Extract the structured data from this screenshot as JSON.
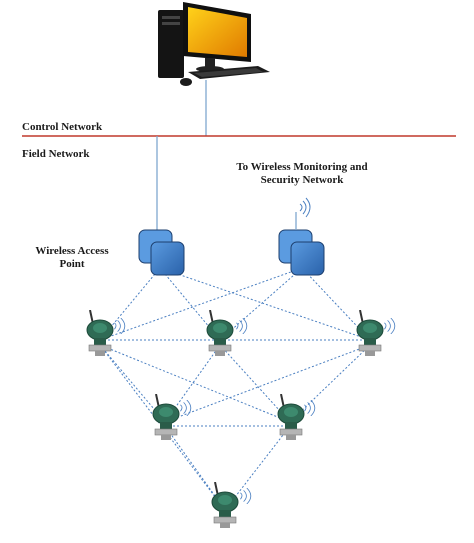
{
  "labels": {
    "control_network": "Control Network",
    "field_network": "Field Network",
    "to_wireless_line1": "To Wireless Monitoring and",
    "to_wireless_line2": "Security Network",
    "access_point_line1": "Wireless Access",
    "access_point_line2": "Point"
  },
  "colors": {
    "control_line": "#c0392b",
    "wired_link": "#7fa7cf",
    "wireless_mesh": "#4a7fc1",
    "access_point_fill": "#3d7cc9",
    "transmitter_body": "#2f6b55",
    "monitor_screen": "#f5b400",
    "computer_body": "#111111"
  },
  "icons": {
    "workstation": "desktop-computer-icon",
    "access_point": "wireless-access-point-icon",
    "transmitter": "wireless-pressure-transmitter-icon",
    "signal": "wireless-signal-waves-icon"
  }
}
